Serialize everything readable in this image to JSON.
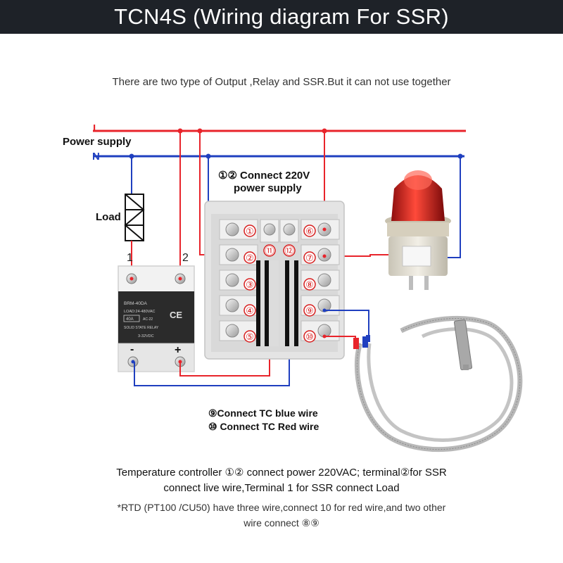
{
  "header": {
    "title": "TCN4S (Wiring diagram For SSR)"
  },
  "subtitle": "There are two type of Output ,Relay and SSR.But it can not use together",
  "power": {
    "L": "L",
    "label": "Power supply",
    "N": "N"
  },
  "power_note": {
    "line1": "①② Connect 220V",
    "line2": "power supply"
  },
  "load_label": "Load",
  "ssr": {
    "terminal_1": "1",
    "terminal_2": "2",
    "minus": "-",
    "plus": "+",
    "model": "BRM-40DA",
    "spec": "LOAD:24-480VAC",
    "rating": "40A",
    "ac": "AC-22",
    "type": "SOLID STATE RELAY",
    "input": "3-32VDC",
    "mark": "CE"
  },
  "terminals": {
    "left": [
      "①",
      "②",
      "③",
      "④",
      "⑤"
    ],
    "right": [
      "⑥",
      "⑦",
      "⑧",
      "⑨",
      "⑩"
    ],
    "middle": [
      "⑪",
      "⑫"
    ]
  },
  "tc_note": {
    "line1": "⑨Connect TC blue wire",
    "line2": "⑩ Connect TC Red wire"
  },
  "bottom_note": {
    "line1": "Temperature controller ①② connect power 220VAC; terminal②for SSR",
    "line2": "connect  live wire,Terminal 1 for SSR connect Load"
  },
  "rtd_note": {
    "line1": "*RTD (PT100 /CU50) have three wire,connect 10 for red wire,and two other",
    "line2": "wire connect ⑧⑨"
  },
  "colors": {
    "live": "#e8242b",
    "neutral": "#1f3fbf",
    "banner": "#1e2228",
    "lamp": "#d81e1e"
  }
}
